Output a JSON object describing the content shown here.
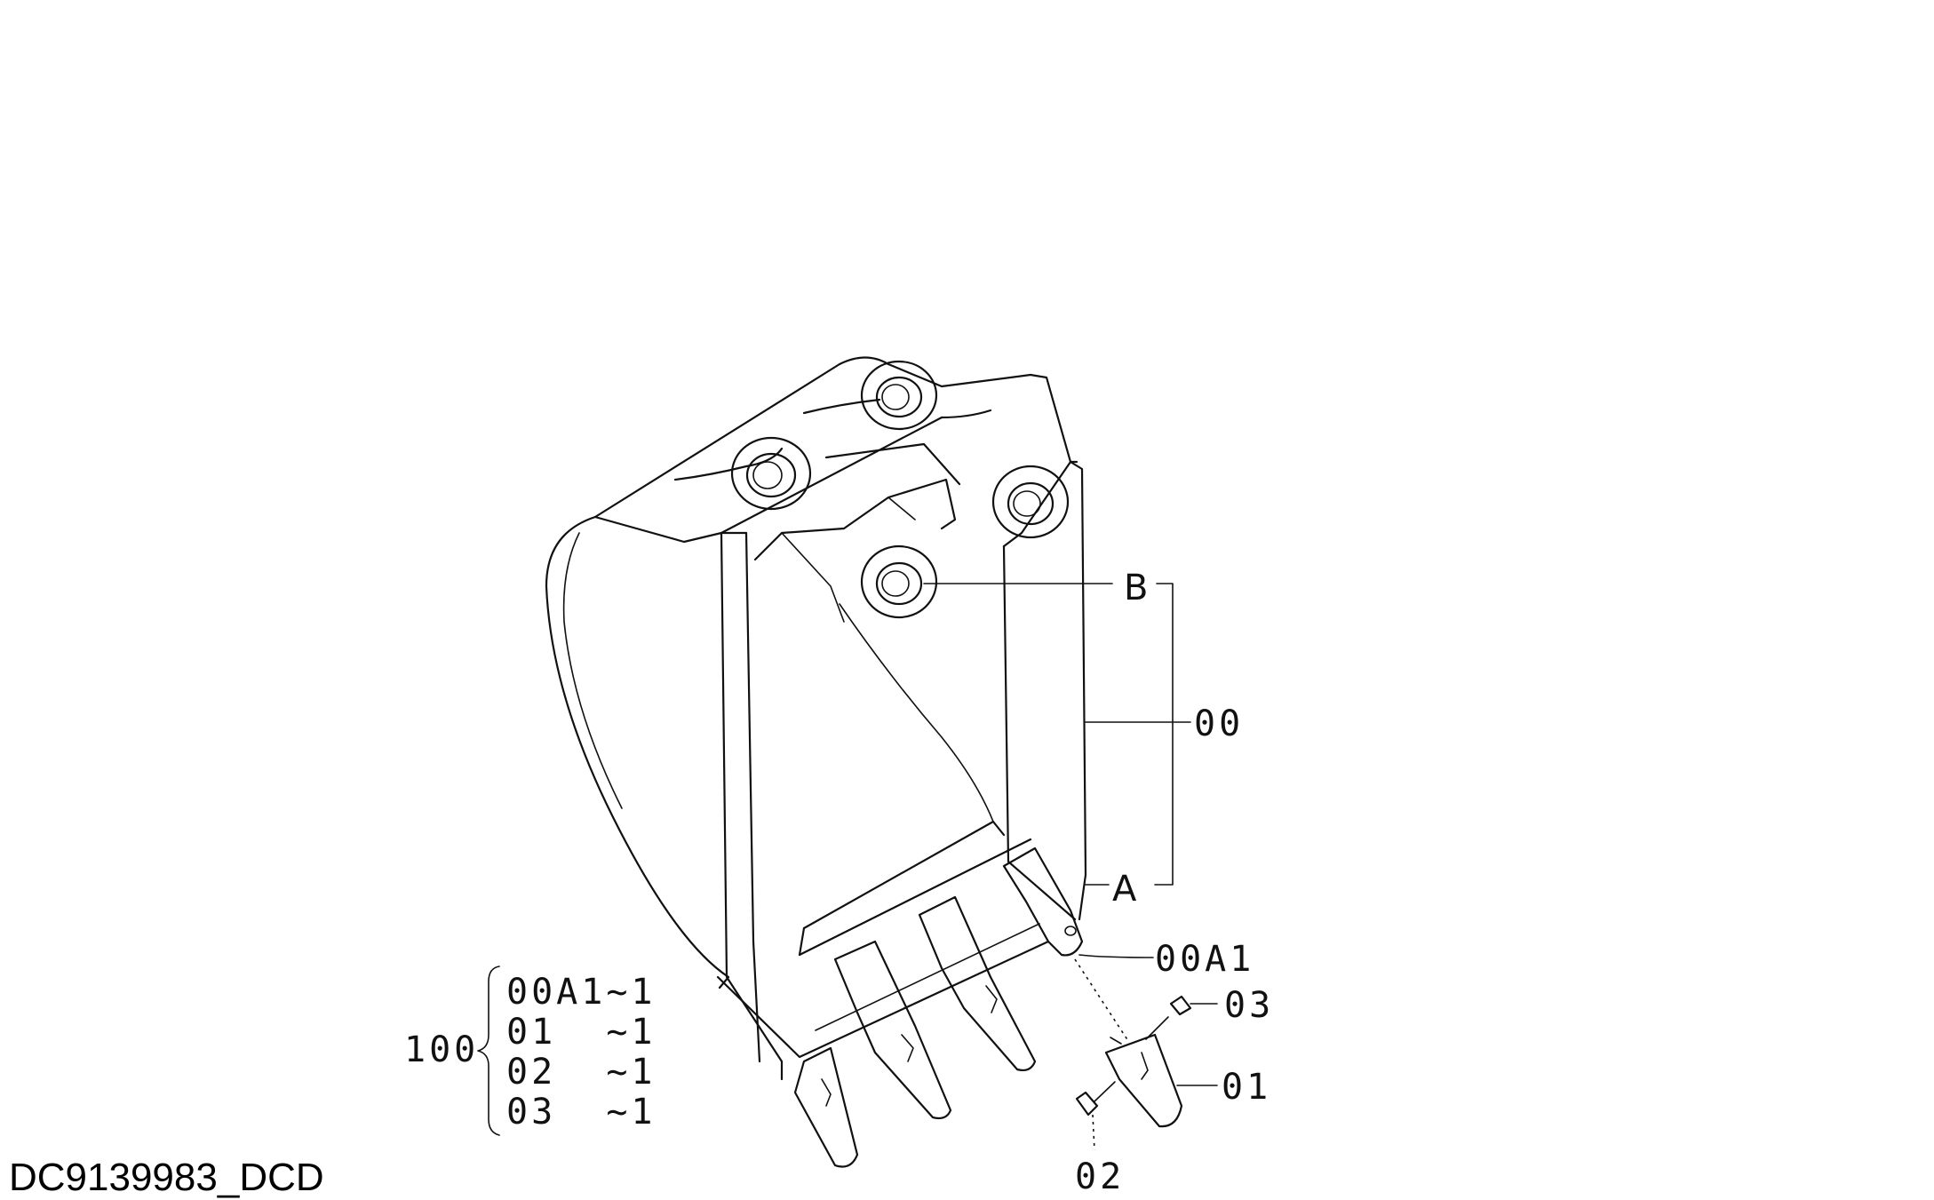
{
  "callouts": {
    "b": "B",
    "a": "A",
    "c00": "00",
    "c00a1": "00A1",
    "c03": "03",
    "c01": "01",
    "c02": "02"
  },
  "kit": {
    "label": "100",
    "lines": [
      "00A1~1",
      "01  ~1",
      "02  ~1",
      "03  ~1"
    ]
  },
  "drawing_code": "DC9139983_DCD"
}
